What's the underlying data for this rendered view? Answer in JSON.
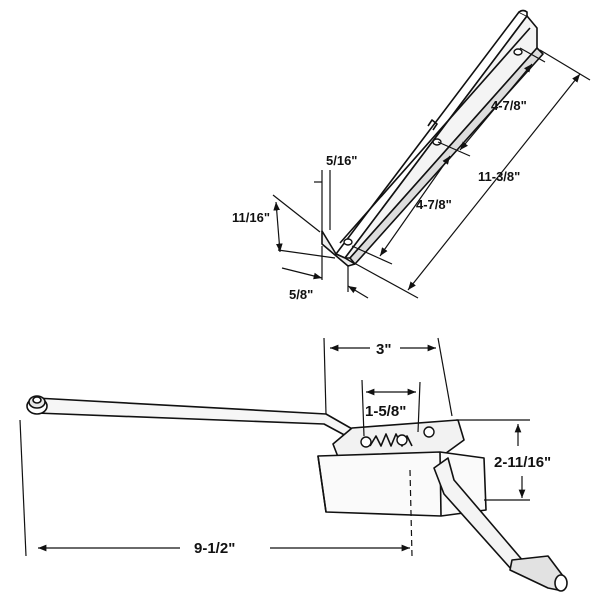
{
  "track": {
    "dimensions": {
      "top_height": "5/16\"",
      "side_height": "11/16\"",
      "bottom_width": "5/8\"",
      "upper_hole_spacing": "4-7/8\"",
      "lower_hole_spacing": "4-7/8\"",
      "total_length": "11-3/8\""
    }
  },
  "operator": {
    "dimensions": {
      "base_width": "3\"",
      "hole_spacing": "1-5/8\"",
      "height": "2-11/16\"",
      "arm_length": "9-1/2\""
    }
  }
}
